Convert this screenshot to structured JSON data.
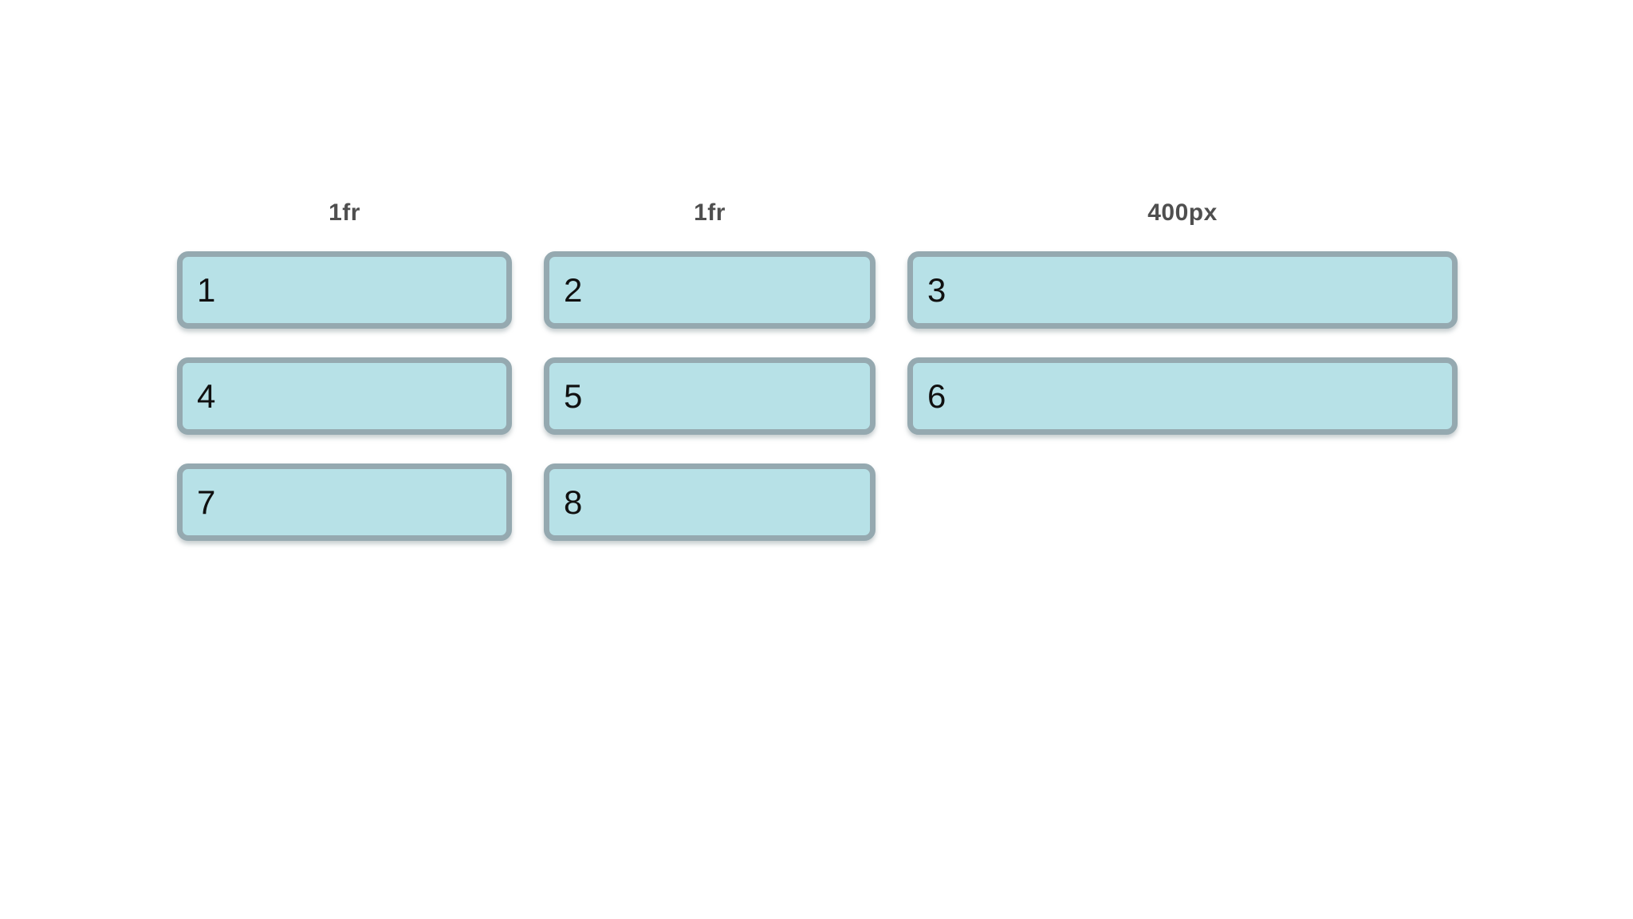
{
  "page": {
    "background": "#ffffff"
  },
  "grid_demo": {
    "column_headers": [
      {
        "label": "1fr"
      },
      {
        "label": "1fr"
      },
      {
        "label": "400px"
      }
    ],
    "items": [
      {
        "label": "1"
      },
      {
        "label": "2"
      },
      {
        "label": "3"
      },
      {
        "label": "4"
      },
      {
        "label": "5"
      },
      {
        "label": "6"
      },
      {
        "label": "7"
      },
      {
        "label": "8"
      }
    ],
    "colors": {
      "item_background": "#b7e1e7",
      "item_border": "#95a9b0",
      "item_text": "#101010",
      "header_text": "#4f4f4f"
    }
  }
}
